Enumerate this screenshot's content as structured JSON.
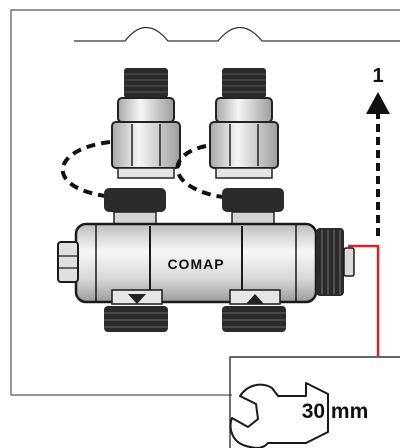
{
  "labels": {
    "step_number": "1",
    "brand": "COMAP",
    "wrench_size": "30 mm"
  },
  "colors": {
    "outline": "#1a1a1a",
    "callout_line": "#d8232a",
    "metal_light": "#f2f2f2",
    "metal_mid": "#cfcfcf",
    "metal_dark": "#8c8c8c",
    "background": "#ffffff"
  },
  "icons": {
    "wrench": "wrench-icon",
    "arrow_up": "dashed-arrow-up-icon",
    "arrow_rotate": "rotation-arrow-icon"
  }
}
